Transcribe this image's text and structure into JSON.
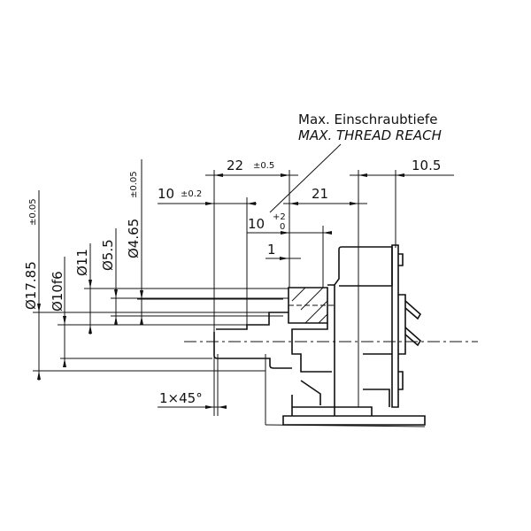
{
  "annotation": {
    "de": "Max. Einschraubtiefe",
    "en": "MAX. THREAD REACH"
  },
  "dims": {
    "d22": "22",
    "d22_tol": "±0.5",
    "d10": "10",
    "d10_tol": "±0.2",
    "d21": "21",
    "d10b": "10",
    "d10b_tol_upper": "+2",
    "d10b_tol_lower": "0",
    "d1": "1",
    "d10_5": "10.5",
    "chamfer": "1×45°",
    "dia17": "Ø17.85",
    "dia17_tol": "±0.05",
    "dia10": "Ø10f6",
    "dia11": "Ø11",
    "dia5": "Ø5.5",
    "dia4": "Ø4.65",
    "dia4_tol": "±0.05"
  }
}
